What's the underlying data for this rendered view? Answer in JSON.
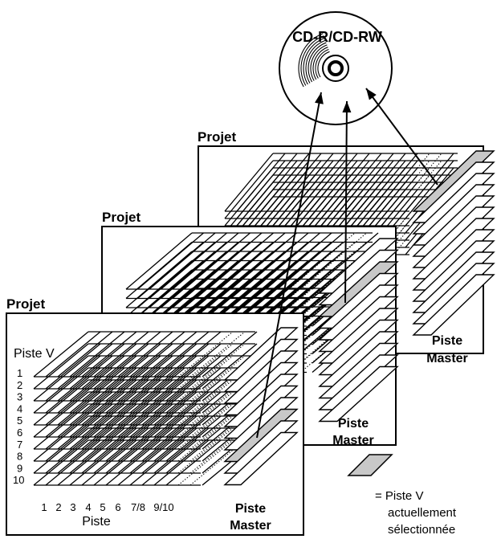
{
  "disc": {
    "label": "CD-R/CD-RW"
  },
  "projects": [
    {
      "title": "Projet",
      "master_label_line1": "Piste",
      "master_label_line2": "Master"
    },
    {
      "title": "Projet",
      "master_label_line1": "Piste",
      "master_label_line2": "Master"
    },
    {
      "title": "Projet",
      "master_label_line1": "Piste",
      "master_label_line2": "Master"
    }
  ],
  "front_panel": {
    "vtrack_heading": "Piste V",
    "vtrack_numbers": [
      "1",
      "2",
      "3",
      "4",
      "5",
      "6",
      "7",
      "8",
      "9",
      "10"
    ],
    "track_numbers": [
      "1",
      "2",
      "3",
      "4",
      "5",
      "6",
      "7/8",
      "9/10"
    ],
    "track_axis_label": "Piste"
  },
  "legend": {
    "line1": "= Piste V",
    "line2": "actuellement",
    "line3": "sélectionnée"
  },
  "colors": {
    "selected_fill": "#c8c8c8",
    "stroke": "#000000",
    "background": "#ffffff"
  }
}
